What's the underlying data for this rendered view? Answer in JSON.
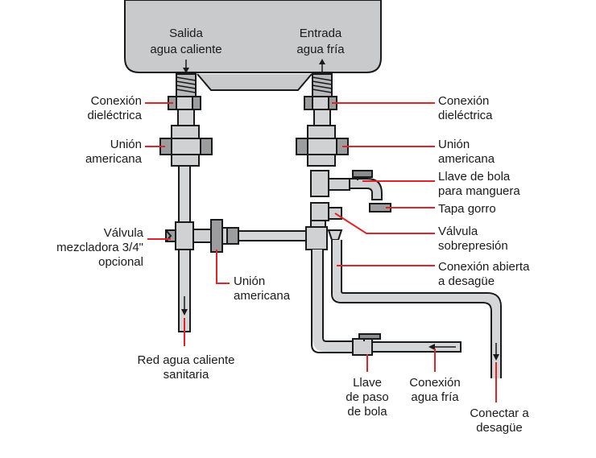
{
  "labels": {
    "salida_1": "Salida",
    "salida_2": "agua caliente",
    "entrada_1": "Entrada",
    "entrada_2": "agua fría",
    "conexion_dielectrica_left_1": "Conexión",
    "conexion_dielectrica_left_2": "dieléctrica",
    "conexion_dielectrica_right_1": "Conexión",
    "conexion_dielectrica_right_2": "dieléctrica",
    "union_americana_left_1": "Unión",
    "union_americana_left_2": "americana",
    "union_americana_right_1": "Unión",
    "union_americana_right_2": "americana",
    "llave_manguera_1": "Llave de bola",
    "llave_manguera_2": "para manguera",
    "tapa_gorro": "Tapa gorro",
    "valvula_sobrepresion_1": "Válvula",
    "valvula_sobrepresion_2": "sobrepresión",
    "conexion_abierta_1": "Conexión abierta",
    "conexion_abierta_2": "a desagüe",
    "valvula_mezcladora_1": "Válvula",
    "valvula_mezcladora_2": "mezcladora 3/4\"",
    "valvula_mezcladora_3": "opcional",
    "union_americana_mid_1": "Unión",
    "union_americana_mid_2": "americana",
    "red_agua_1": "Red agua caliente",
    "red_agua_2": "sanitaria",
    "llave_paso_1": "Llave",
    "llave_paso_2": "de paso",
    "llave_paso_3": "de bola",
    "conexion_agua_fria_1": "Conexión",
    "conexion_agua_fria_2": "agua fría",
    "conectar_desague_1": "Conectar a",
    "conectar_desague_2": "desagüe"
  },
  "colors": {
    "leader": "#e0242c",
    "heater_body": "#c8cacc",
    "pipe": "#d4d6d8",
    "nut": "#9b9d9f"
  }
}
